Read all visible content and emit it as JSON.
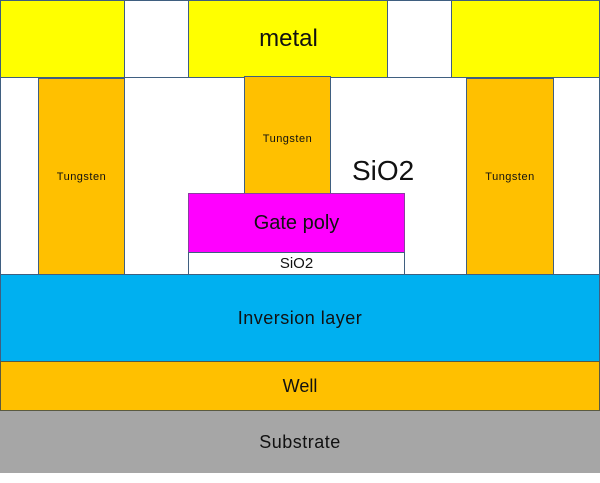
{
  "colors": {
    "metal": "#ffff00",
    "tungsten": "#ffc000",
    "gate_poly": "#ff00ff",
    "inversion": "#00b0f0",
    "well": "#ffc000",
    "substrate": "#a6a6a6",
    "oxide": "#ffffff"
  },
  "metal": {
    "label": "metal"
  },
  "tungsten": {
    "left": "Tungsten",
    "middle": "Tungsten",
    "right": "Tungsten"
  },
  "oxide_label": "SiO2",
  "gate_poly": "Gate poly",
  "gate_oxide": "SiO2",
  "inversion_layer": "Inversion layer",
  "well": "Well",
  "substrate": "Substrate"
}
